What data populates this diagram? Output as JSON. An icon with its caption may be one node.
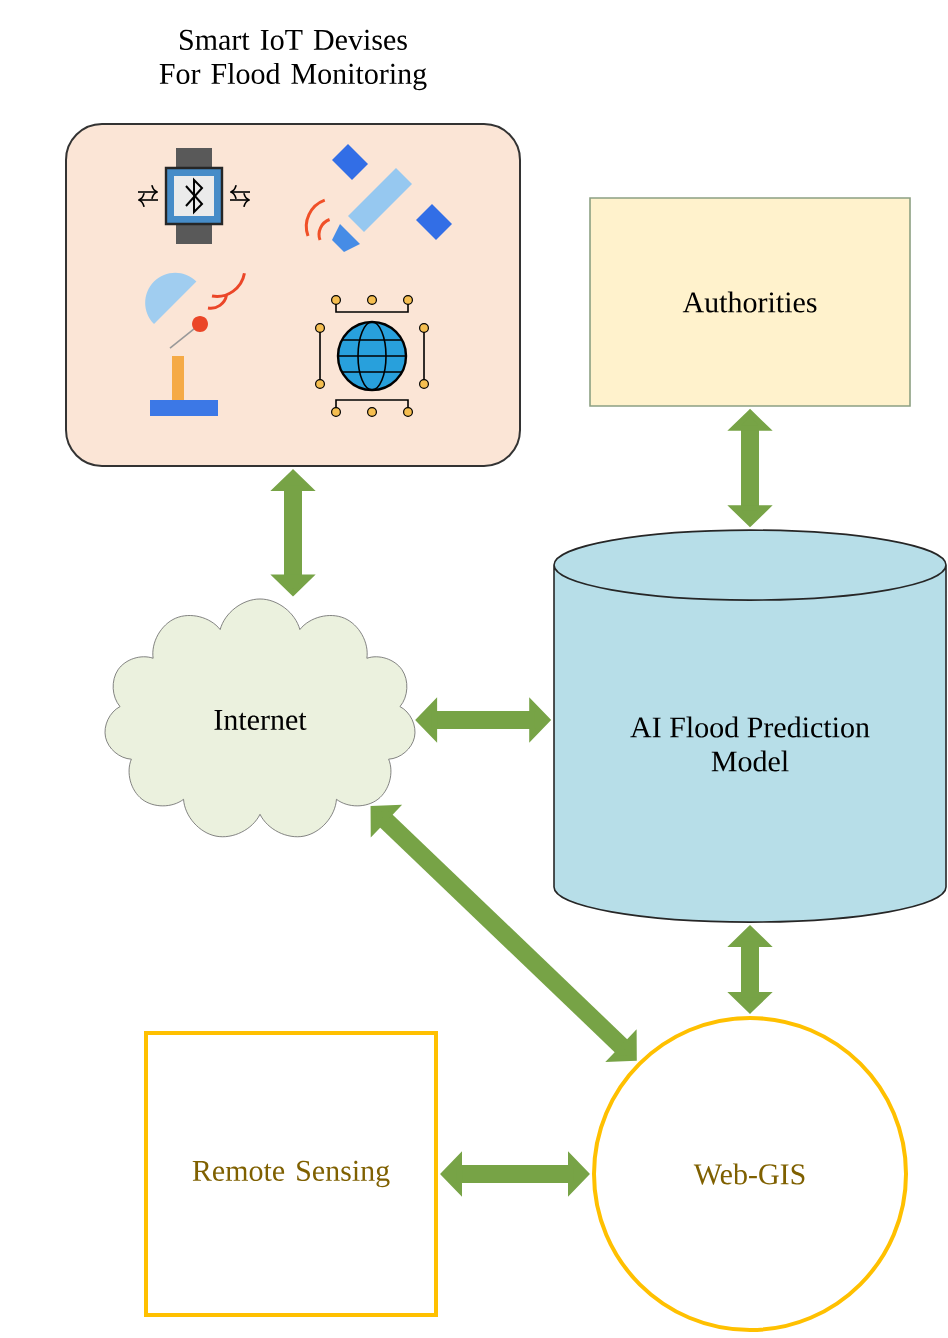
{
  "diagram": {
    "nodes": [
      {
        "text": [
          "Smart IoT Devises For Flood Monitoring"
        ]
      },
      {
        "text": [
          "Authorities"
        ]
      },
      {
        "text": [
          "Internet"
        ]
      },
      {
        "text": [
          "AI Flood Prediction Model"
        ]
      },
      {
        "text": [
          "Remote Sensing"
        ]
      },
      {
        "text": [
          "Web-GIS"
        ]
      }
    ],
    "edges": [
      {
        "from": 0,
        "to": 2,
        "arrow": "both"
      },
      {
        "from": 1,
        "to": 3,
        "arrow": "both"
      },
      {
        "from": 2,
        "to": 3,
        "arrow": "both"
      },
      {
        "from": 2,
        "to": 5,
        "arrow": "both"
      },
      {
        "from": 3,
        "to": 5,
        "arrow": "both"
      },
      {
        "from": 4,
        "to": 5,
        "arrow": "both"
      }
    ]
  }
}
